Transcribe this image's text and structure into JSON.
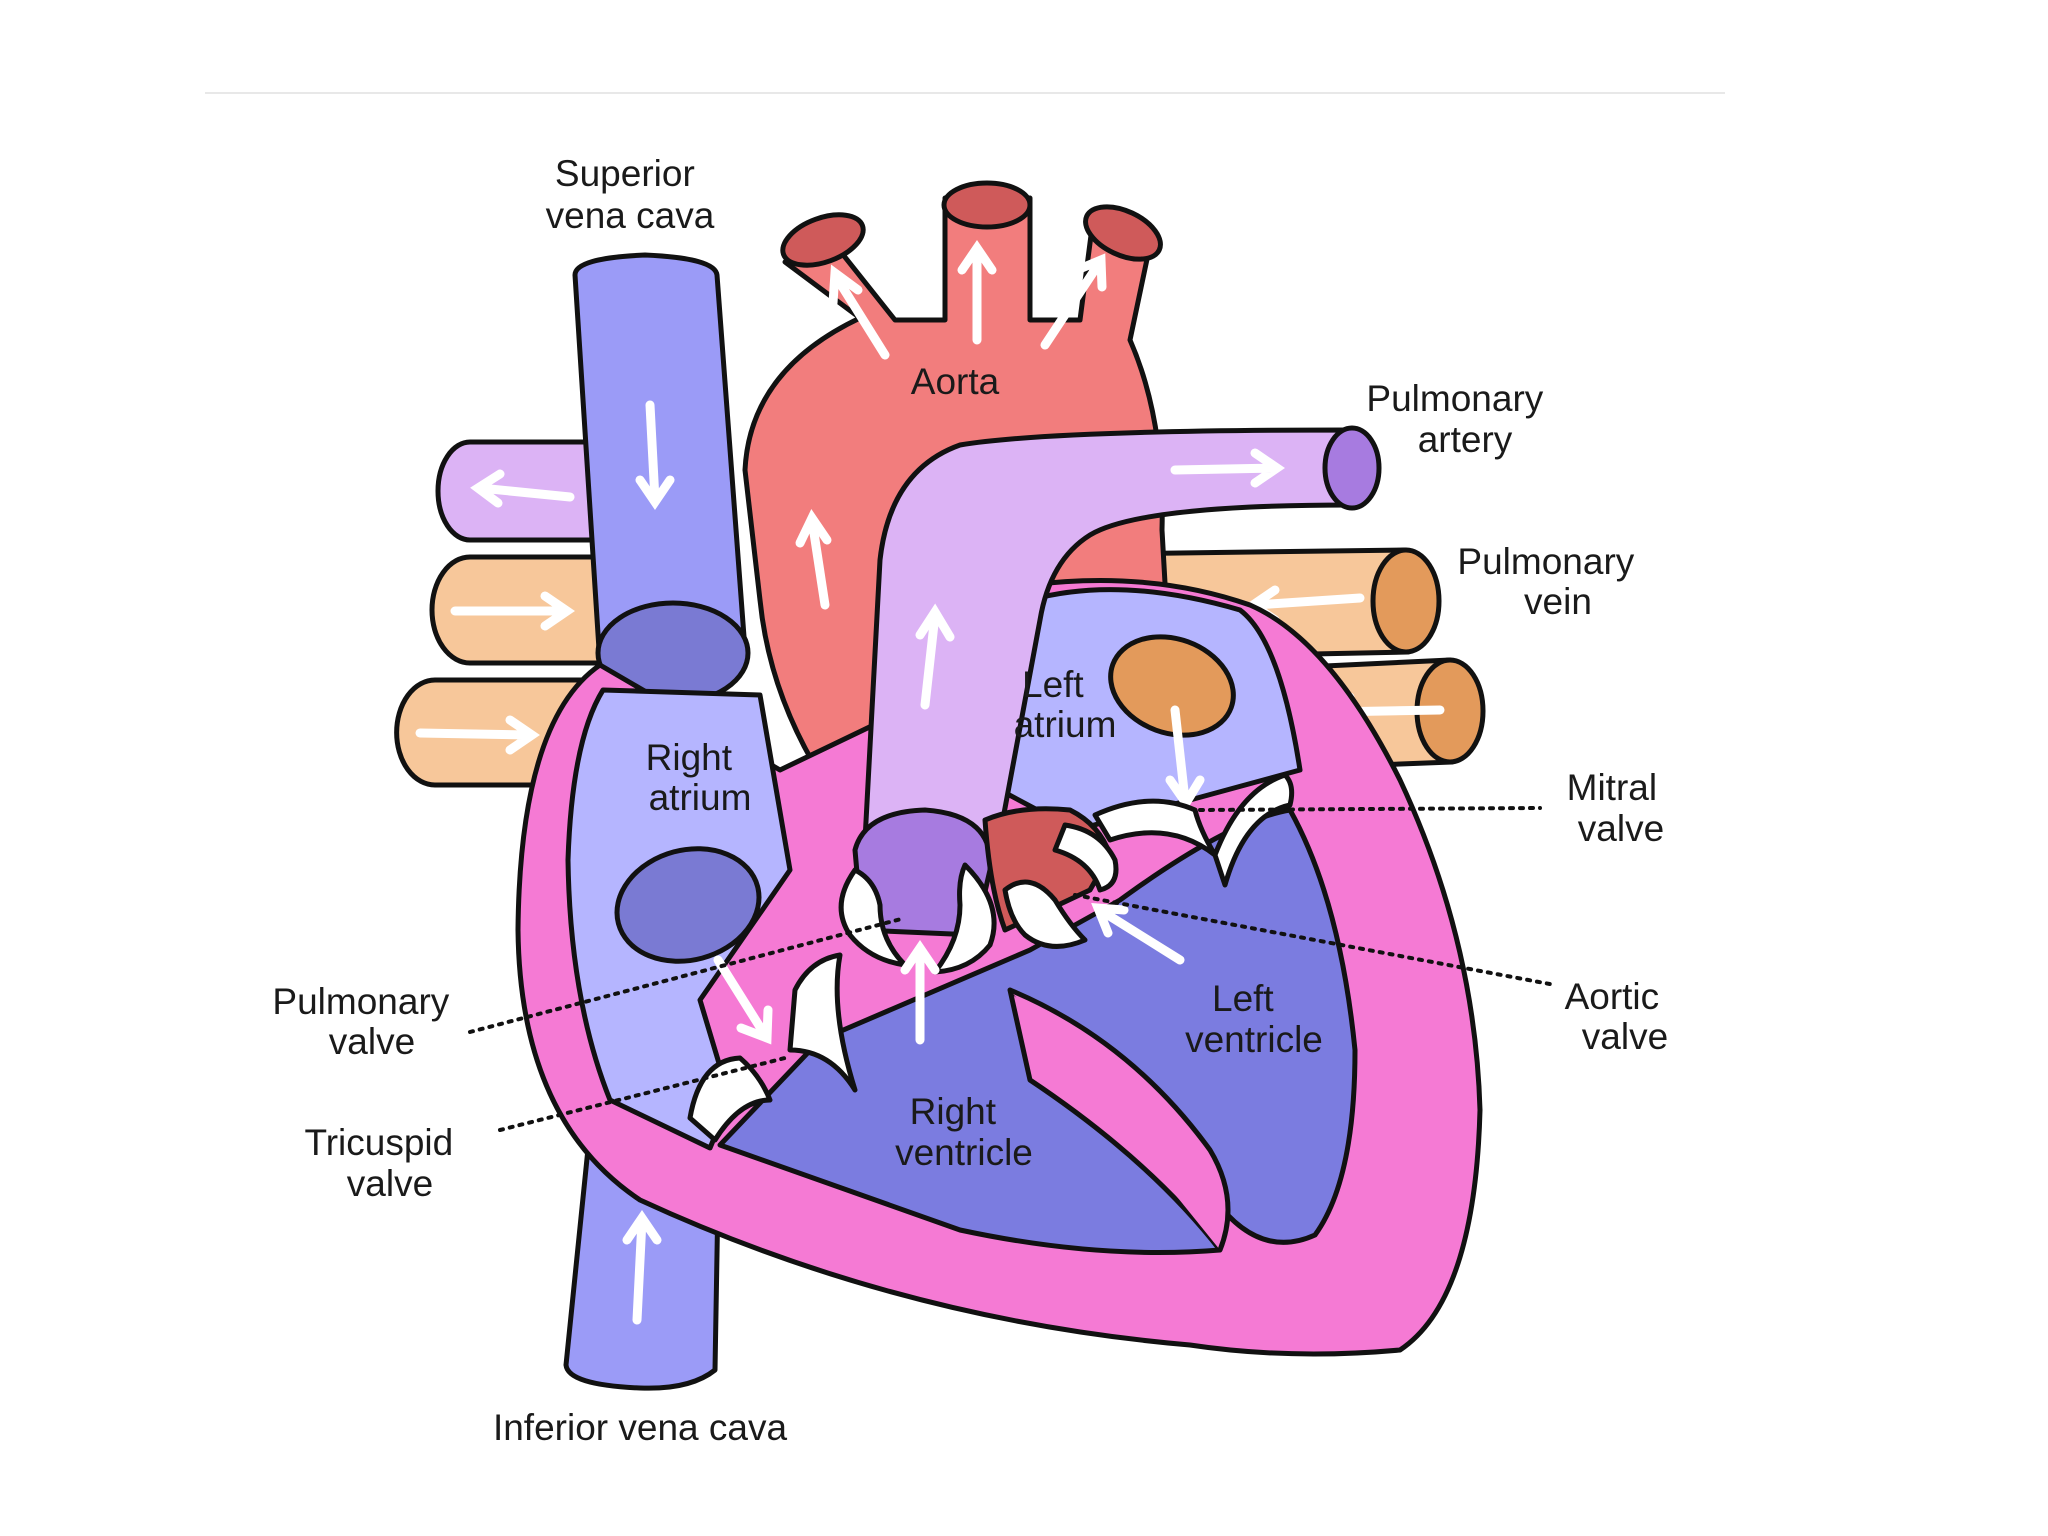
{
  "labels": {
    "superior_vena_cava": [
      "Superior",
      "vena cava"
    ],
    "aorta": [
      "Aorta"
    ],
    "pulmonary_artery": [
      "Pulmonary",
      "artery"
    ],
    "pulmonary_vein": [
      "Pulmonary",
      "vein"
    ],
    "left_atrium": [
      "Left",
      "atrium"
    ],
    "right_atrium": [
      "Right",
      "atrium"
    ],
    "mitral_valve": [
      "Mitral",
      "valve"
    ],
    "pulmonary_valve": [
      "Pulmonary",
      "valve"
    ],
    "aortic_valve": [
      "Aortic",
      "valve"
    ],
    "left_ventricle": [
      "Left",
      "ventricle"
    ],
    "tricuspid_valve": [
      "Tricuspid",
      "valve"
    ],
    "right_ventricle": [
      "Right",
      "ventricle"
    ],
    "inferior_vena_cava": [
      "Inferior vena cava"
    ]
  },
  "colors": {
    "deoxygenated_vessel": "#9b9bf7",
    "pulmonary_artery": "#dcb3f5",
    "pulmonary_vein": "#f7c79a",
    "aorta": "#f27d7d",
    "heart_wall": "#f57ad4",
    "right_chambers": "#b5b5ff",
    "ventricles": "#7b7ce0",
    "valve": "#ffffff"
  }
}
